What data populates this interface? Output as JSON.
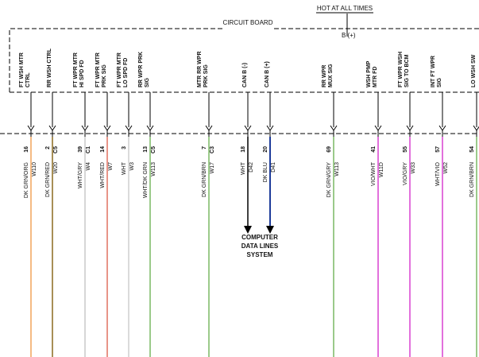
{
  "header": {
    "hot_label": "HOT AT ALL TIMES",
    "board_label": "CIRCUIT BOARD",
    "b_plus": "B (+)"
  },
  "external": {
    "label_lines": [
      "COMPUTER",
      "DATA LINES",
      "SYSTEM"
    ]
  },
  "colors": {
    "dkgrn_org": "#f2a45a",
    "dkgrn_red": "#8a6a1e",
    "wht_gry": "#c8c8c8",
    "wht_red": "#e07060",
    "wht": "#cfcfcf",
    "wht_dkgrn": "#7ab864",
    "dkgrn_brn": "#7ab864",
    "dkblu": "#1e3c9a",
    "dkgrn_gry": "#7ab864",
    "vio_wht": "#d940d0",
    "vio_gry": "#d940d0",
    "wht_vio": "#d940d0"
  },
  "circuits": [
    {
      "label_lines": [
        "FT WSH MTR",
        "CTRL"
      ],
      "pin": "16",
      "connector": "",
      "wire_color": "DK GRN/ORG",
      "wire_id": "W110",
      "color_key": "dkgrn_org"
    },
    {
      "label_lines": [
        "RR WSH CTRL"
      ],
      "pin": "2",
      "connector": "C5",
      "wire_color": "DK GRN/RED",
      "wire_id": "W20",
      "color_key": "dkgrn_red"
    },
    {
      "label_lines": [
        "FT WPR MTR",
        "HI SPD FD"
      ],
      "pin": "39",
      "connector": "C1",
      "wire_color": "WHT/GRY",
      "wire_id": "W4",
      "color_key": "wht_gry"
    },
    {
      "label_lines": [
        "FT WPR MTR",
        "PRK SIG"
      ],
      "pin": "14",
      "connector": "",
      "wire_color": "WHT/RED",
      "wire_id": "W7",
      "color_key": "wht_red"
    },
    {
      "label_lines": [
        "FT WPR MTR",
        "LO SPD FD"
      ],
      "pin": "3",
      "connector": "",
      "wire_color": "WHT",
      "wire_id": "W3",
      "color_key": "wht"
    },
    {
      "label_lines": [
        "RR WPR PRK",
        "SIG"
      ],
      "pin": "13",
      "connector": "C5",
      "wire_color": "WHT/DK GRN",
      "wire_id": "W113",
      "color_key": "wht_dkgrn"
    },
    {
      "label_lines": [
        "MTR RR WPR",
        "PRK SIG"
      ],
      "pin": "7",
      "connector": "C3",
      "wire_color": "DK GRN/BRN",
      "wire_id": "W17",
      "color_key": "dkgrn_brn"
    },
    {
      "label_lines": [
        "CAN B (-)"
      ],
      "pin": "18",
      "connector": "",
      "wire_color": "WHT",
      "wire_id": "D42",
      "color_key": "wht"
    },
    {
      "label_lines": [
        "CAN B (+)"
      ],
      "pin": "20",
      "connector": "",
      "wire_color": "DK BLU",
      "wire_id": "D41",
      "color_key": "dkblu"
    },
    {
      "label_lines": [
        "RR WPR",
        "MUX SIG"
      ],
      "pin": "69",
      "connector": "",
      "wire_color": "DK GRN/GRY",
      "wire_id": "W113",
      "color_key": "dkgrn_gry"
    },
    {
      "label_lines": [
        "WSH PMP",
        "MTR FD"
      ],
      "pin": "41",
      "connector": "",
      "wire_color": "VIO/WHT",
      "wire_id": "W11D",
      "color_key": "vio_wht"
    },
    {
      "label_lines": [
        "FT WPR WSH",
        "SIG TO BCM"
      ],
      "pin": "55",
      "connector": "",
      "wire_color": "VIO/GRY",
      "wire_id": "W33",
      "color_key": "vio_gry"
    },
    {
      "label_lines": [
        "INT FT WPR",
        "SIG"
      ],
      "pin": "57",
      "connector": "",
      "wire_color": "WHT/VIO",
      "wire_id": "W52",
      "color_key": "wht_vio"
    },
    {
      "label_lines": [
        "LO WSH SW"
      ],
      "pin": "54",
      "connector": "",
      "wire_color": "DK GRN/BRN",
      "wire_id": "",
      "color_key": "dkgrn_brn"
    }
  ]
}
